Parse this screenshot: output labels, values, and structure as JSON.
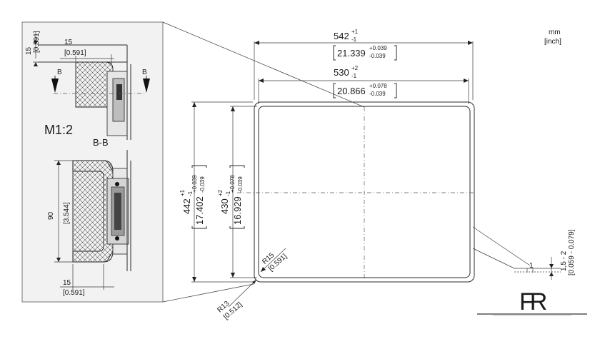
{
  "units": {
    "mm": "mm",
    "inch": "[inch]"
  },
  "detail": {
    "scale": "M1:2",
    "section_label": "B-B",
    "cut_left": "B",
    "cut_right": "B",
    "top_v_mm": "15",
    "top_v_in": "[0.591]",
    "top_h_mm": "15",
    "top_h_in": "[0.591]",
    "height_mm": "90",
    "height_in": "[3.544]",
    "bottom_mm": "15",
    "bottom_in": "[0.591]"
  },
  "main": {
    "outer_width_mm": "542",
    "outer_width_tol_plus": "+1",
    "outer_width_tol_minus": "-1",
    "outer_width_in": "21.339",
    "outer_width_in_plus": "+0.039",
    "outer_width_in_minus": "-0.039",
    "inner_width_mm": "530",
    "inner_width_tol_plus": "+2",
    "inner_width_tol_minus": "-1",
    "inner_width_in": "20.866",
    "inner_width_in_plus": "+0.078",
    "inner_width_in_minus": "-0.039",
    "outer_height_mm": "442",
    "outer_height_tol_plus": "+1",
    "outer_height_tol_minus": "-1",
    "outer_height_in": "17.402",
    "outer_height_in_plus": "+0.039",
    "outer_height_in_minus": "-0.039",
    "inner_height_mm": "430",
    "inner_height_tol_plus": "+2",
    "inner_height_tol_minus": "-1",
    "inner_height_in": "16.929",
    "inner_height_in_plus": "+0.078",
    "inner_height_in_minus": "-0.039",
    "r15_mm": "R15",
    "r15_in": "[0.591]",
    "r13_mm": "R13",
    "r13_in": "[0.512]",
    "gap_mm": "1,5 - 2",
    "gap_in": "[0.059 - 0.079]",
    "gap_detail": "1"
  },
  "logo": {
    "text": "FR"
  }
}
